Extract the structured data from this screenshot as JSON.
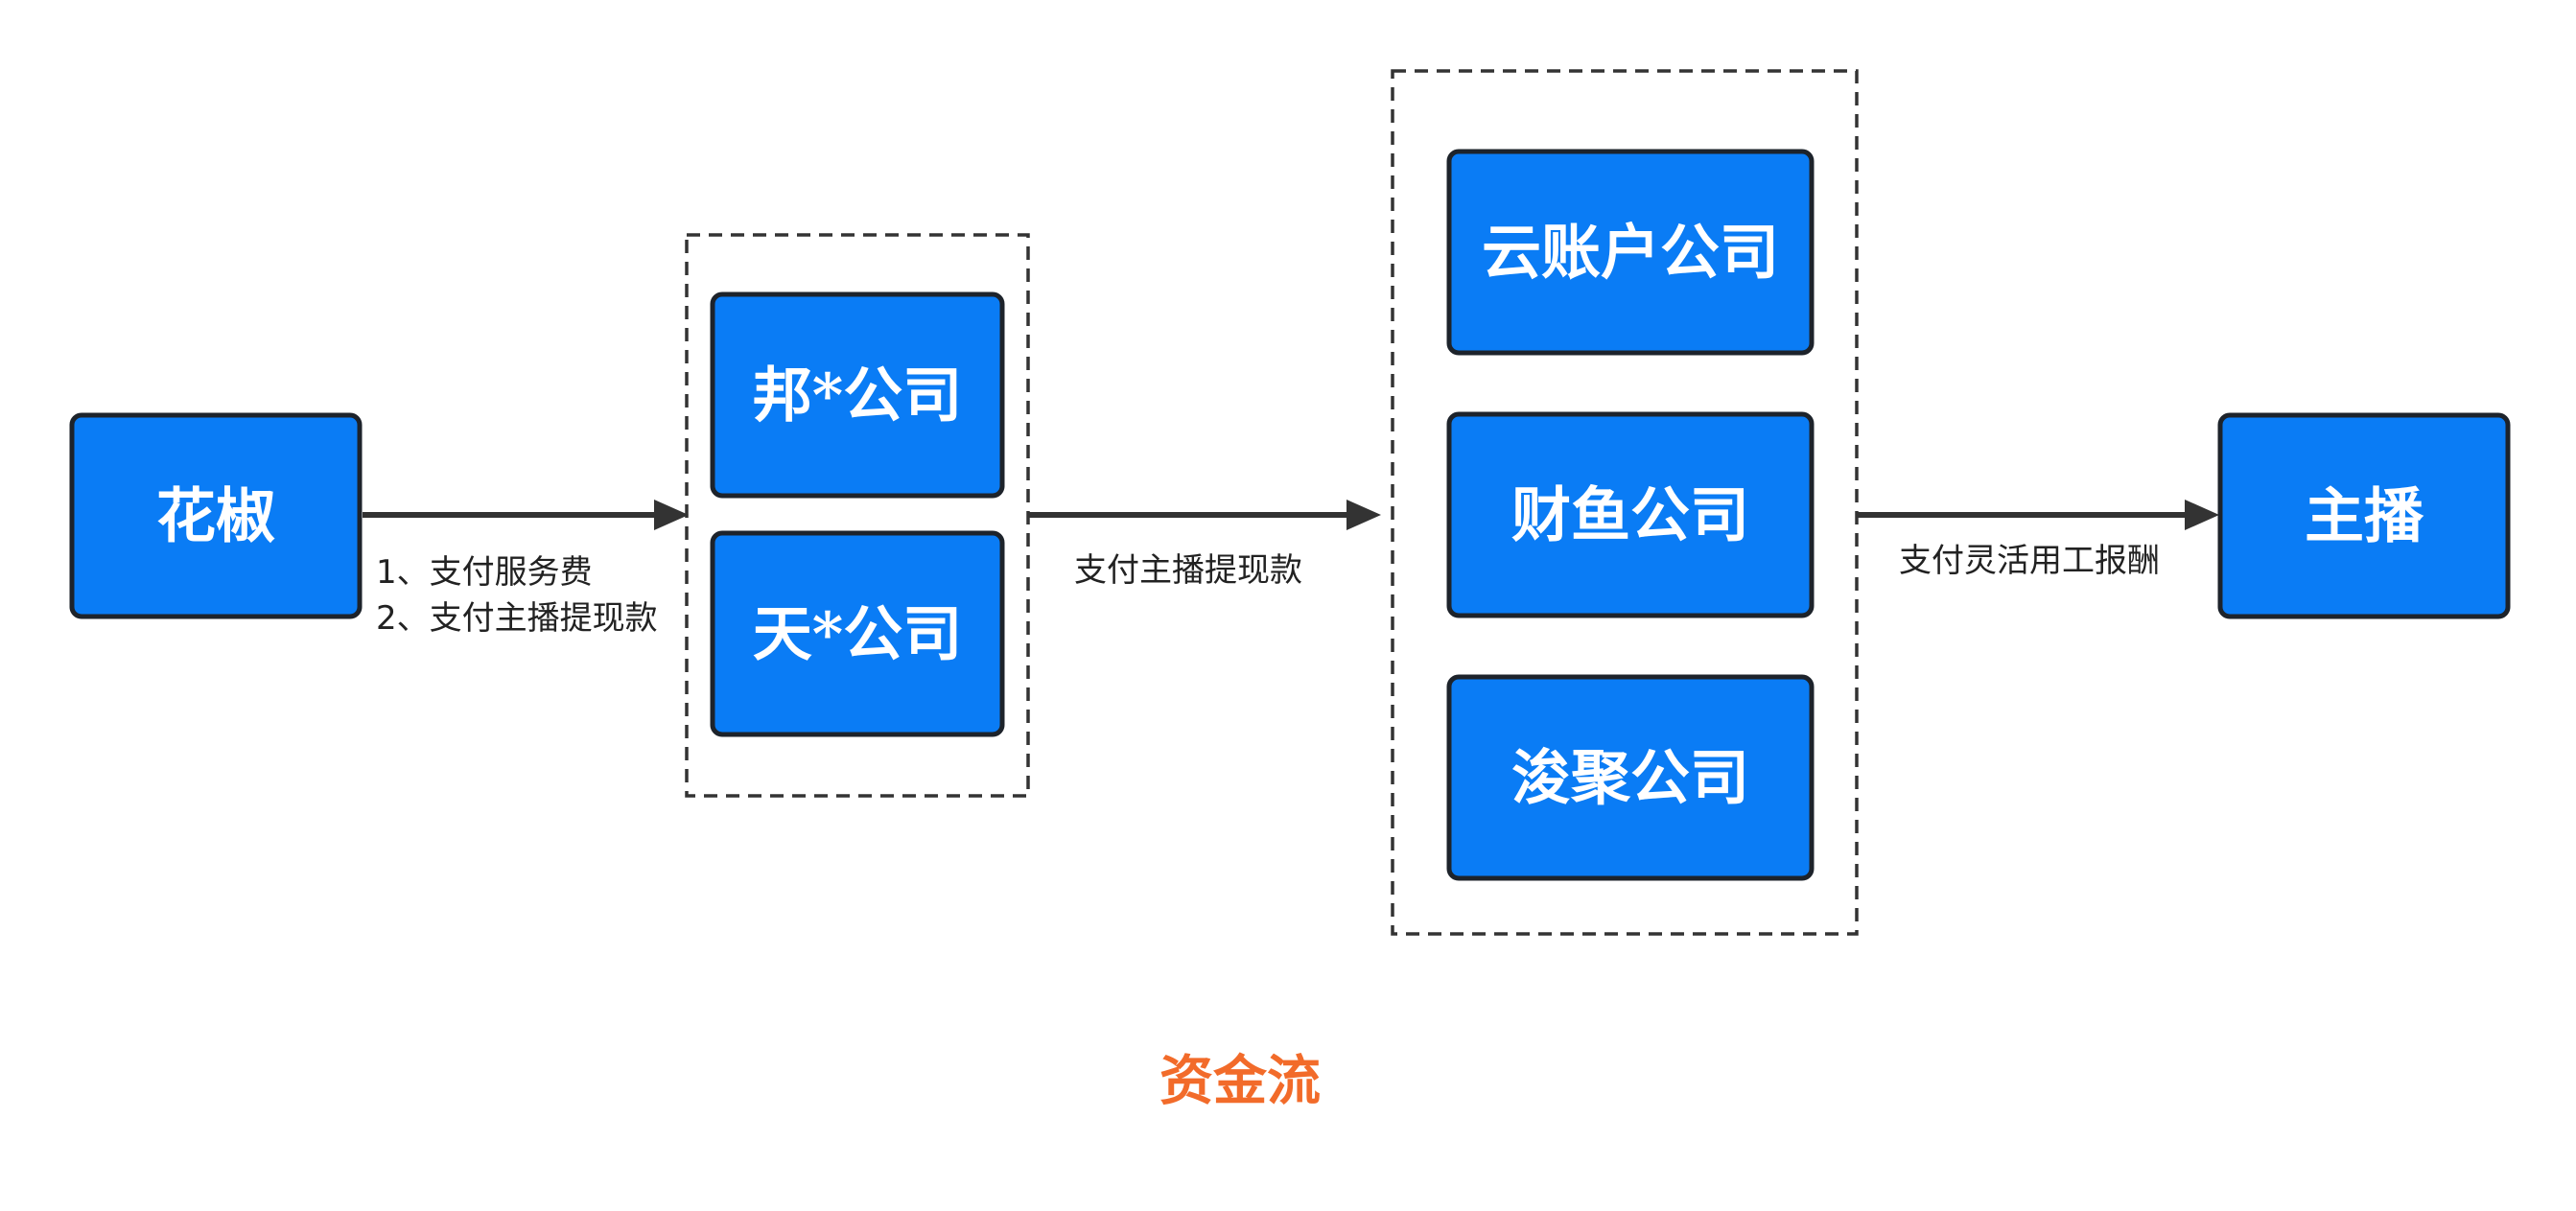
{
  "nodes": {
    "huajiao": "花椒",
    "bang": "邦*公司",
    "tian": "天*公司",
    "yunzhanghu": "云账户公司",
    "caiyu": "财鱼公司",
    "junju": "浚聚公司",
    "zhubo": "主播"
  },
  "edges": {
    "e1": [
      "1、支付服务费",
      "2、支付主播提现款"
    ],
    "e2": [
      "支付主播提现款"
    ],
    "e3": [
      "支付灵活用工报酬"
    ]
  },
  "caption": "资金流",
  "colors": {
    "node_fill": "#0a7cf5",
    "node_border": "#1d232b",
    "caption": "#f26b2a",
    "line": "#333333"
  }
}
